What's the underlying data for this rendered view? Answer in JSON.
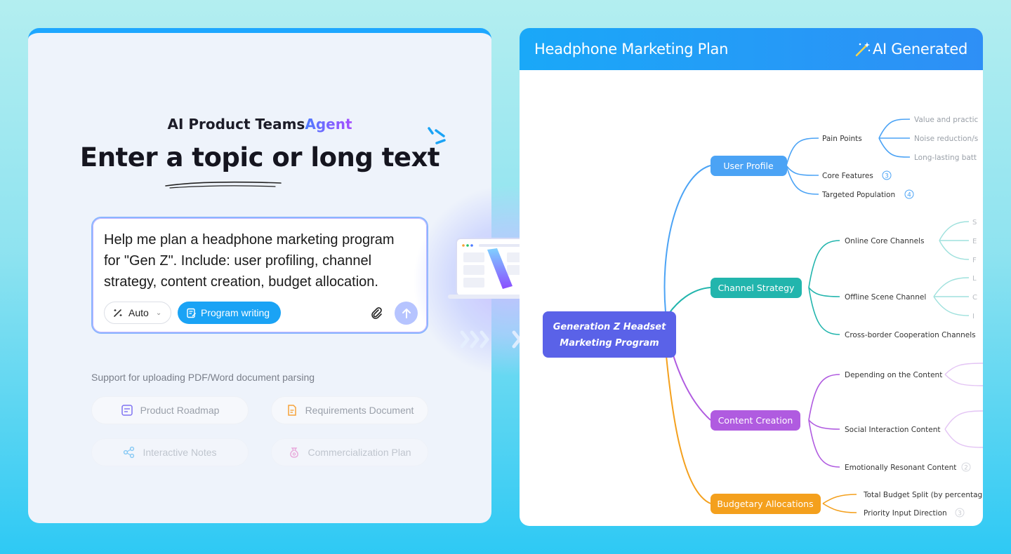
{
  "left": {
    "agent_title_plain": "AI Product Teams",
    "agent_title_accent": "Agent",
    "headline": "Enter a topic or long text",
    "prompt": "Help me plan a headphone marketing program for \"Gen Z\". Include: user profiling, channel strategy, content creation, budget allocation.",
    "auto_label": "Auto",
    "mode_label": "Program writing",
    "support_text": "Support for uploading PDF/Word document parsing",
    "chips": [
      {
        "label": "Product Roadmap",
        "icon": "roadmap-icon"
      },
      {
        "label": "Requirements Document",
        "icon": "document-icon"
      },
      {
        "label": "Interactive Notes",
        "icon": "share-nodes-icon"
      },
      {
        "label": "Commercialization Plan",
        "icon": "money-bag-icon"
      }
    ]
  },
  "right": {
    "title": "Headphone Marketing Plan",
    "badge": "AI Generated",
    "mindmap": {
      "root": "Generation Z Headset Marketing Program",
      "root_lines": [
        "Generation Z Headset",
        "Marketing Program"
      ],
      "branches": [
        {
          "label": "User Profile",
          "color": "#4ba3f5",
          "children": [
            {
              "label": "Pain Points",
              "children": [
                "Value and practic",
                "Noise reduction/s",
                "Long-lasting batt"
              ]
            },
            {
              "label": "Core Features",
              "count": "3"
            },
            {
              "label": "Targeted Population",
              "count": "4"
            }
          ]
        },
        {
          "label": "Channel Strategy",
          "color": "#22b5ad",
          "children": [
            {
              "label": "Online Core Channels",
              "children": [
                "S",
                "E",
                "F"
              ]
            },
            {
              "label": "Offline Scene Channel",
              "children": [
                "L",
                "C",
                "I"
              ]
            },
            {
              "label": "Cross-border Cooperation Channels"
            }
          ]
        },
        {
          "label": "Content Creation",
          "color": "#b05be0",
          "children": [
            {
              "label": "Depending on the Content"
            },
            {
              "label": "Social Interaction Content"
            },
            {
              "label": "Emotionally Resonant Content",
              "count": "2"
            }
          ]
        },
        {
          "label": "Budgetary Allocations",
          "color": "#f4a01d",
          "children": [
            {
              "label": "Total Budget Split (by percentag"
            },
            {
              "label": "Priority Input Direction",
              "count": "3"
            }
          ]
        }
      ]
    }
  }
}
